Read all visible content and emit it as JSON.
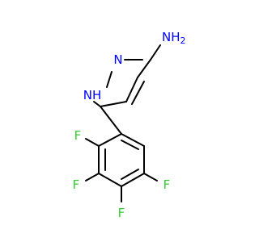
{
  "molecule": {
    "atoms": {
      "amine": {
        "label": "NH",
        "subscript": "2",
        "color": "#0000ff"
      },
      "n_ring": {
        "label": "N",
        "color": "#0000ff"
      },
      "nh_ring": {
        "label": "NH",
        "color": "#0000ff"
      },
      "f_ortho": {
        "label": "F",
        "color": "#33cc33"
      },
      "f_meta": {
        "label": "F",
        "color": "#33cc33"
      },
      "f_para": {
        "label": "F",
        "color": "#33cc33"
      },
      "f_meta2": {
        "label": "F",
        "color": "#33cc33"
      }
    },
    "bond_color": "#000000"
  }
}
